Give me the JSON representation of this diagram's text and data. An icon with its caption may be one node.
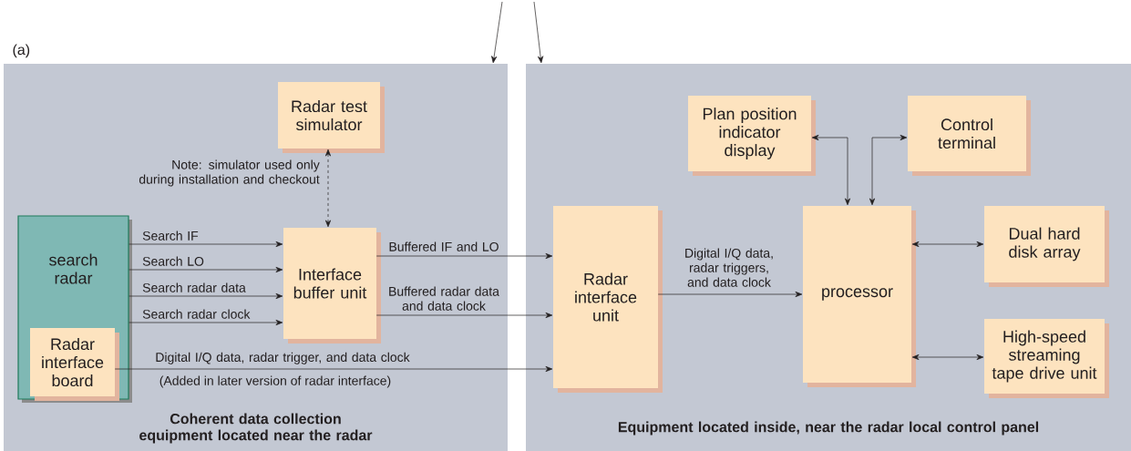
{
  "diagram": {
    "nodes": [
      {
        "text": [
          "Coherent data collection equipment located near the radar"
        ]
      },
      {
        "text": [
          "Equipment located inside, near the radar local control panel"
        ]
      },
      {
        "text": [
          "Radar test simulator"
        ],
        "in": 0
      },
      {
        "text": [
          "search radar"
        ],
        "in": 0
      },
      {
        "text": [
          "Radar interface board"
        ],
        "in": 3
      },
      {
        "text": [
          "Interface buffer unit"
        ],
        "in": 0
      },
      {
        "text": [
          "Plan position indicator display"
        ],
        "in": 1
      },
      {
        "text": [
          "Control terminal"
        ],
        "in": 1
      },
      {
        "text": [
          "Radar interface unit"
        ],
        "in": 1
      },
      {
        "text": [
          "processor"
        ],
        "in": 1
      },
      {
        "text": [
          "Dual hard disk array"
        ],
        "in": 1
      },
      {
        "text": [
          "High-speed streaming tape drive unit"
        ],
        "in": 1
      }
    ],
    "edges": [
      {
        "from": null,
        "to": 0,
        "arrow": "to"
      },
      {
        "from": null,
        "to": 1,
        "arrow": "to"
      },
      {
        "from": 2,
        "to": 5,
        "arrow": "both",
        "style": "dashed",
        "label": "Note: simulator used only during installation and checkout"
      },
      {
        "from": 3,
        "to": 5,
        "arrow": "to",
        "label": "Search IF"
      },
      {
        "from": 3,
        "to": 5,
        "arrow": "to",
        "label": "Search LO"
      },
      {
        "from": 3,
        "to": 5,
        "arrow": "to",
        "label": "Search radar data"
      },
      {
        "from": 3,
        "to": 5,
        "arrow": "to",
        "label": "Search radar clock"
      },
      {
        "from": 5,
        "to": 8,
        "arrow": "to",
        "label": "Buffered IF and LO"
      },
      {
        "from": 5,
        "to": 8,
        "arrow": "to",
        "label": "Buffered radar data and data clock"
      },
      {
        "from": 4,
        "to": 8,
        "arrow": "to",
        "label": "Digital I/Q data, radar trigger, and data clock"
      },
      {
        "from": 8,
        "to": 9,
        "arrow": "to",
        "label": "Digital I/Q data, radar triggers, and data clock"
      },
      {
        "from": 9,
        "to": 6,
        "arrow": "both"
      },
      {
        "from": 9,
        "to": 7,
        "arrow": "both"
      },
      {
        "from": 9,
        "to": 10,
        "arrow": "both"
      },
      {
        "from": 9,
        "to": 11,
        "arrow": "both"
      }
    ],
    "labels": [
      "(a)",
      "(Added in later version of radar interface)"
    ]
  }
}
